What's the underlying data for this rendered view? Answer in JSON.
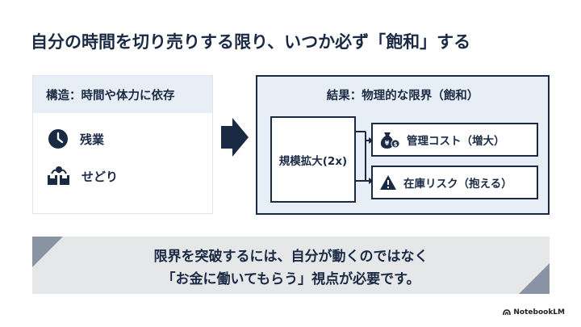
{
  "title": "自分の時間を切り売りする限り、いつか必ず「飽和」する",
  "left_panel": {
    "heading": "構造：時間や体力に依存",
    "items": [
      {
        "label": "残業",
        "icon": "clock-icon"
      },
      {
        "label": "せどり",
        "icon": "reseller-person-boxes-icon"
      }
    ]
  },
  "right_panel": {
    "heading": "結果：物理的な限界（飽和）",
    "scale_label": "規模拡大(2x)",
    "results": [
      {
        "label": "管理コスト（増大）",
        "icon": "money-bag-icon"
      },
      {
        "label": "在庫リスク（抱える）",
        "icon": "warning-icon"
      }
    ]
  },
  "banner": {
    "line1": "限界を突破するには、自分が動くのではなく",
    "line2": "「お金に働いてもらう」視点が必要です。"
  },
  "brand": "NotebookLM",
  "colors": {
    "navy": "#1b2a44",
    "panel_fill": "#e8eef6",
    "banner_fill": "#e6e7e9",
    "corner_accent": "#8a93a3"
  }
}
